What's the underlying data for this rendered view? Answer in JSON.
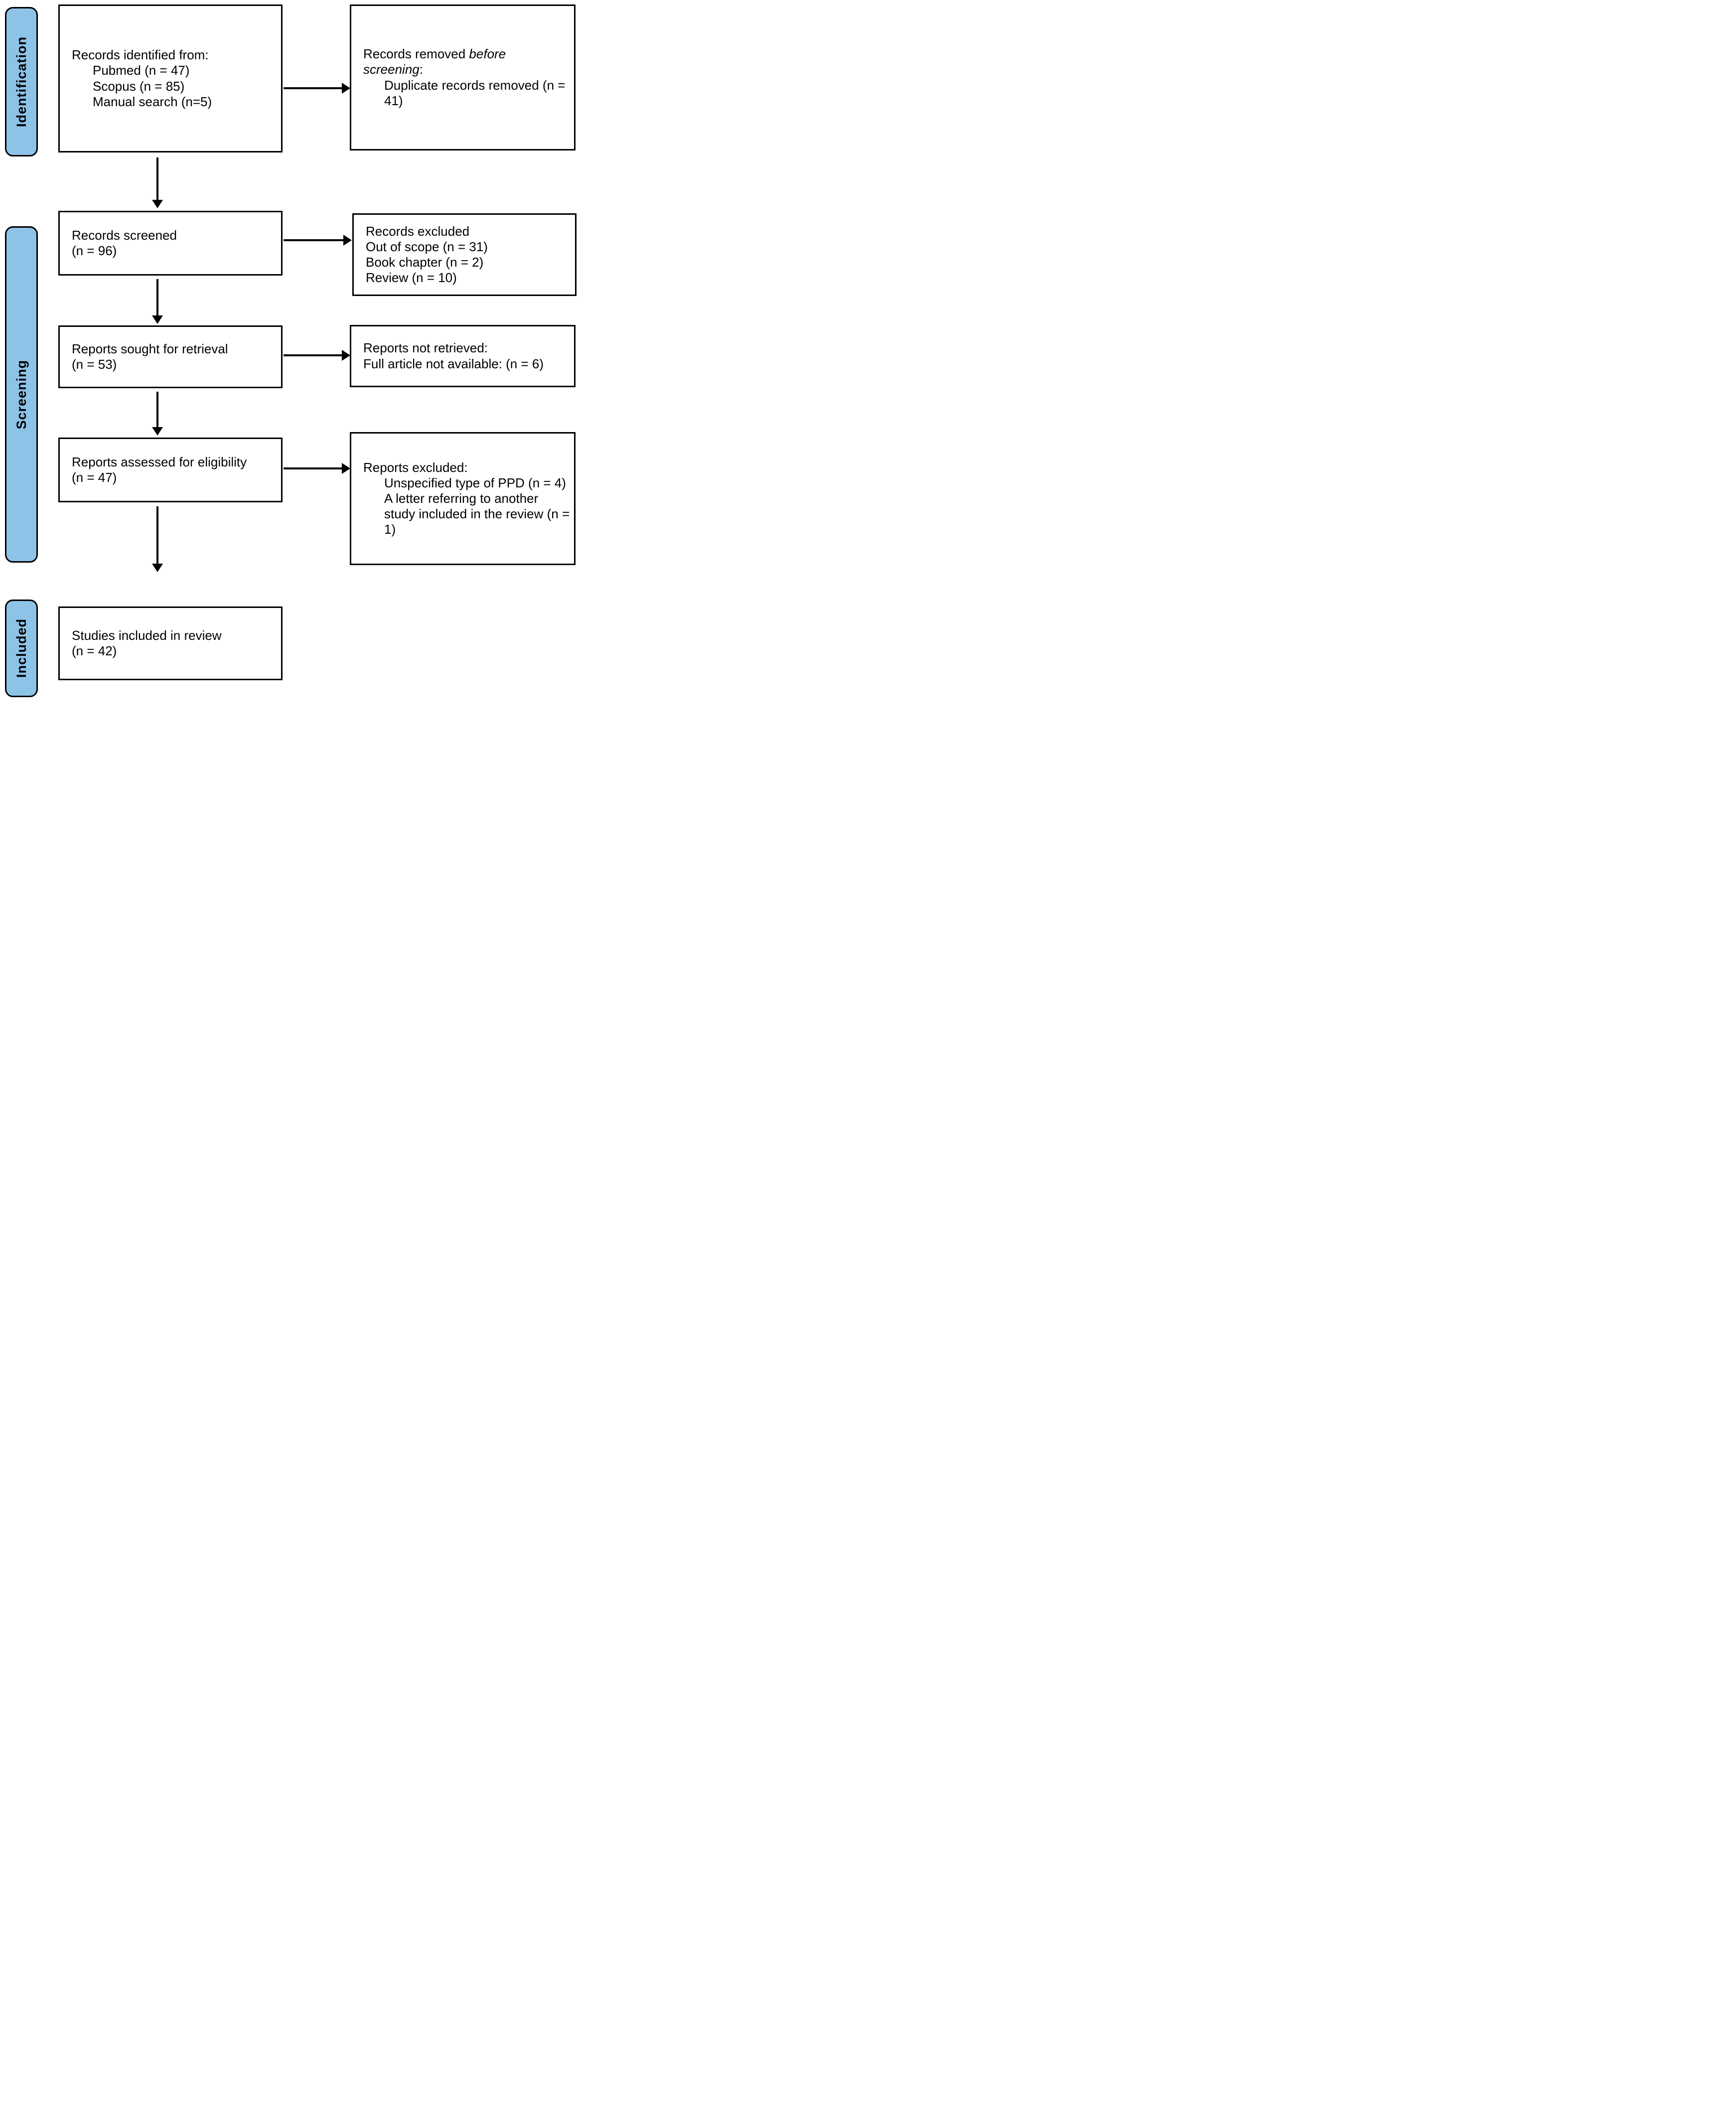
{
  "palette": {
    "stage_fill": "#8EC3E8",
    "box_border": "#000000",
    "background": "#FFFFFF",
    "arrow": "#000000"
  },
  "stages": {
    "identification": "Identification",
    "screening": "Screening",
    "included": "Included"
  },
  "boxes": {
    "records_identified": {
      "title": "Records identified from:",
      "items": [
        "Pubmed (n = 47)",
        "Scopus (n = 85)",
        "Manual search (n=5)"
      ]
    },
    "records_removed": {
      "title_prefix": "Records removed ",
      "title_italic_1": "before",
      "title_italic_2": "screening",
      "title_suffix": ":",
      "items": [
        "Duplicate records removed (n = 41)"
      ]
    },
    "records_screened": {
      "lines": [
        "Records screened",
        "(n = 96)"
      ]
    },
    "records_excluded": {
      "lines": [
        "Records excluded",
        "Out of scope (n = 31)",
        "Book chapter (n = 2)",
        "Review (n = 10)"
      ]
    },
    "reports_sought": {
      "lines": [
        "Reports sought for retrieval",
        "(n = 53)"
      ]
    },
    "reports_not_retrieved": {
      "lines": [
        "Reports not retrieved:",
        "Full article not available: (n = 6)"
      ]
    },
    "reports_assessed": {
      "lines": [
        "Reports assessed for eligibility",
        "(n = 47)"
      ]
    },
    "reports_excluded": {
      "title": "Reports excluded:",
      "items": [
        "Unspecified type of PPD (n = 4)",
        "A letter referring to another study included in the review (n = 1)"
      ]
    },
    "studies_included": {
      "lines": [
        "Studies included in review",
        "(n = 42)"
      ]
    }
  }
}
